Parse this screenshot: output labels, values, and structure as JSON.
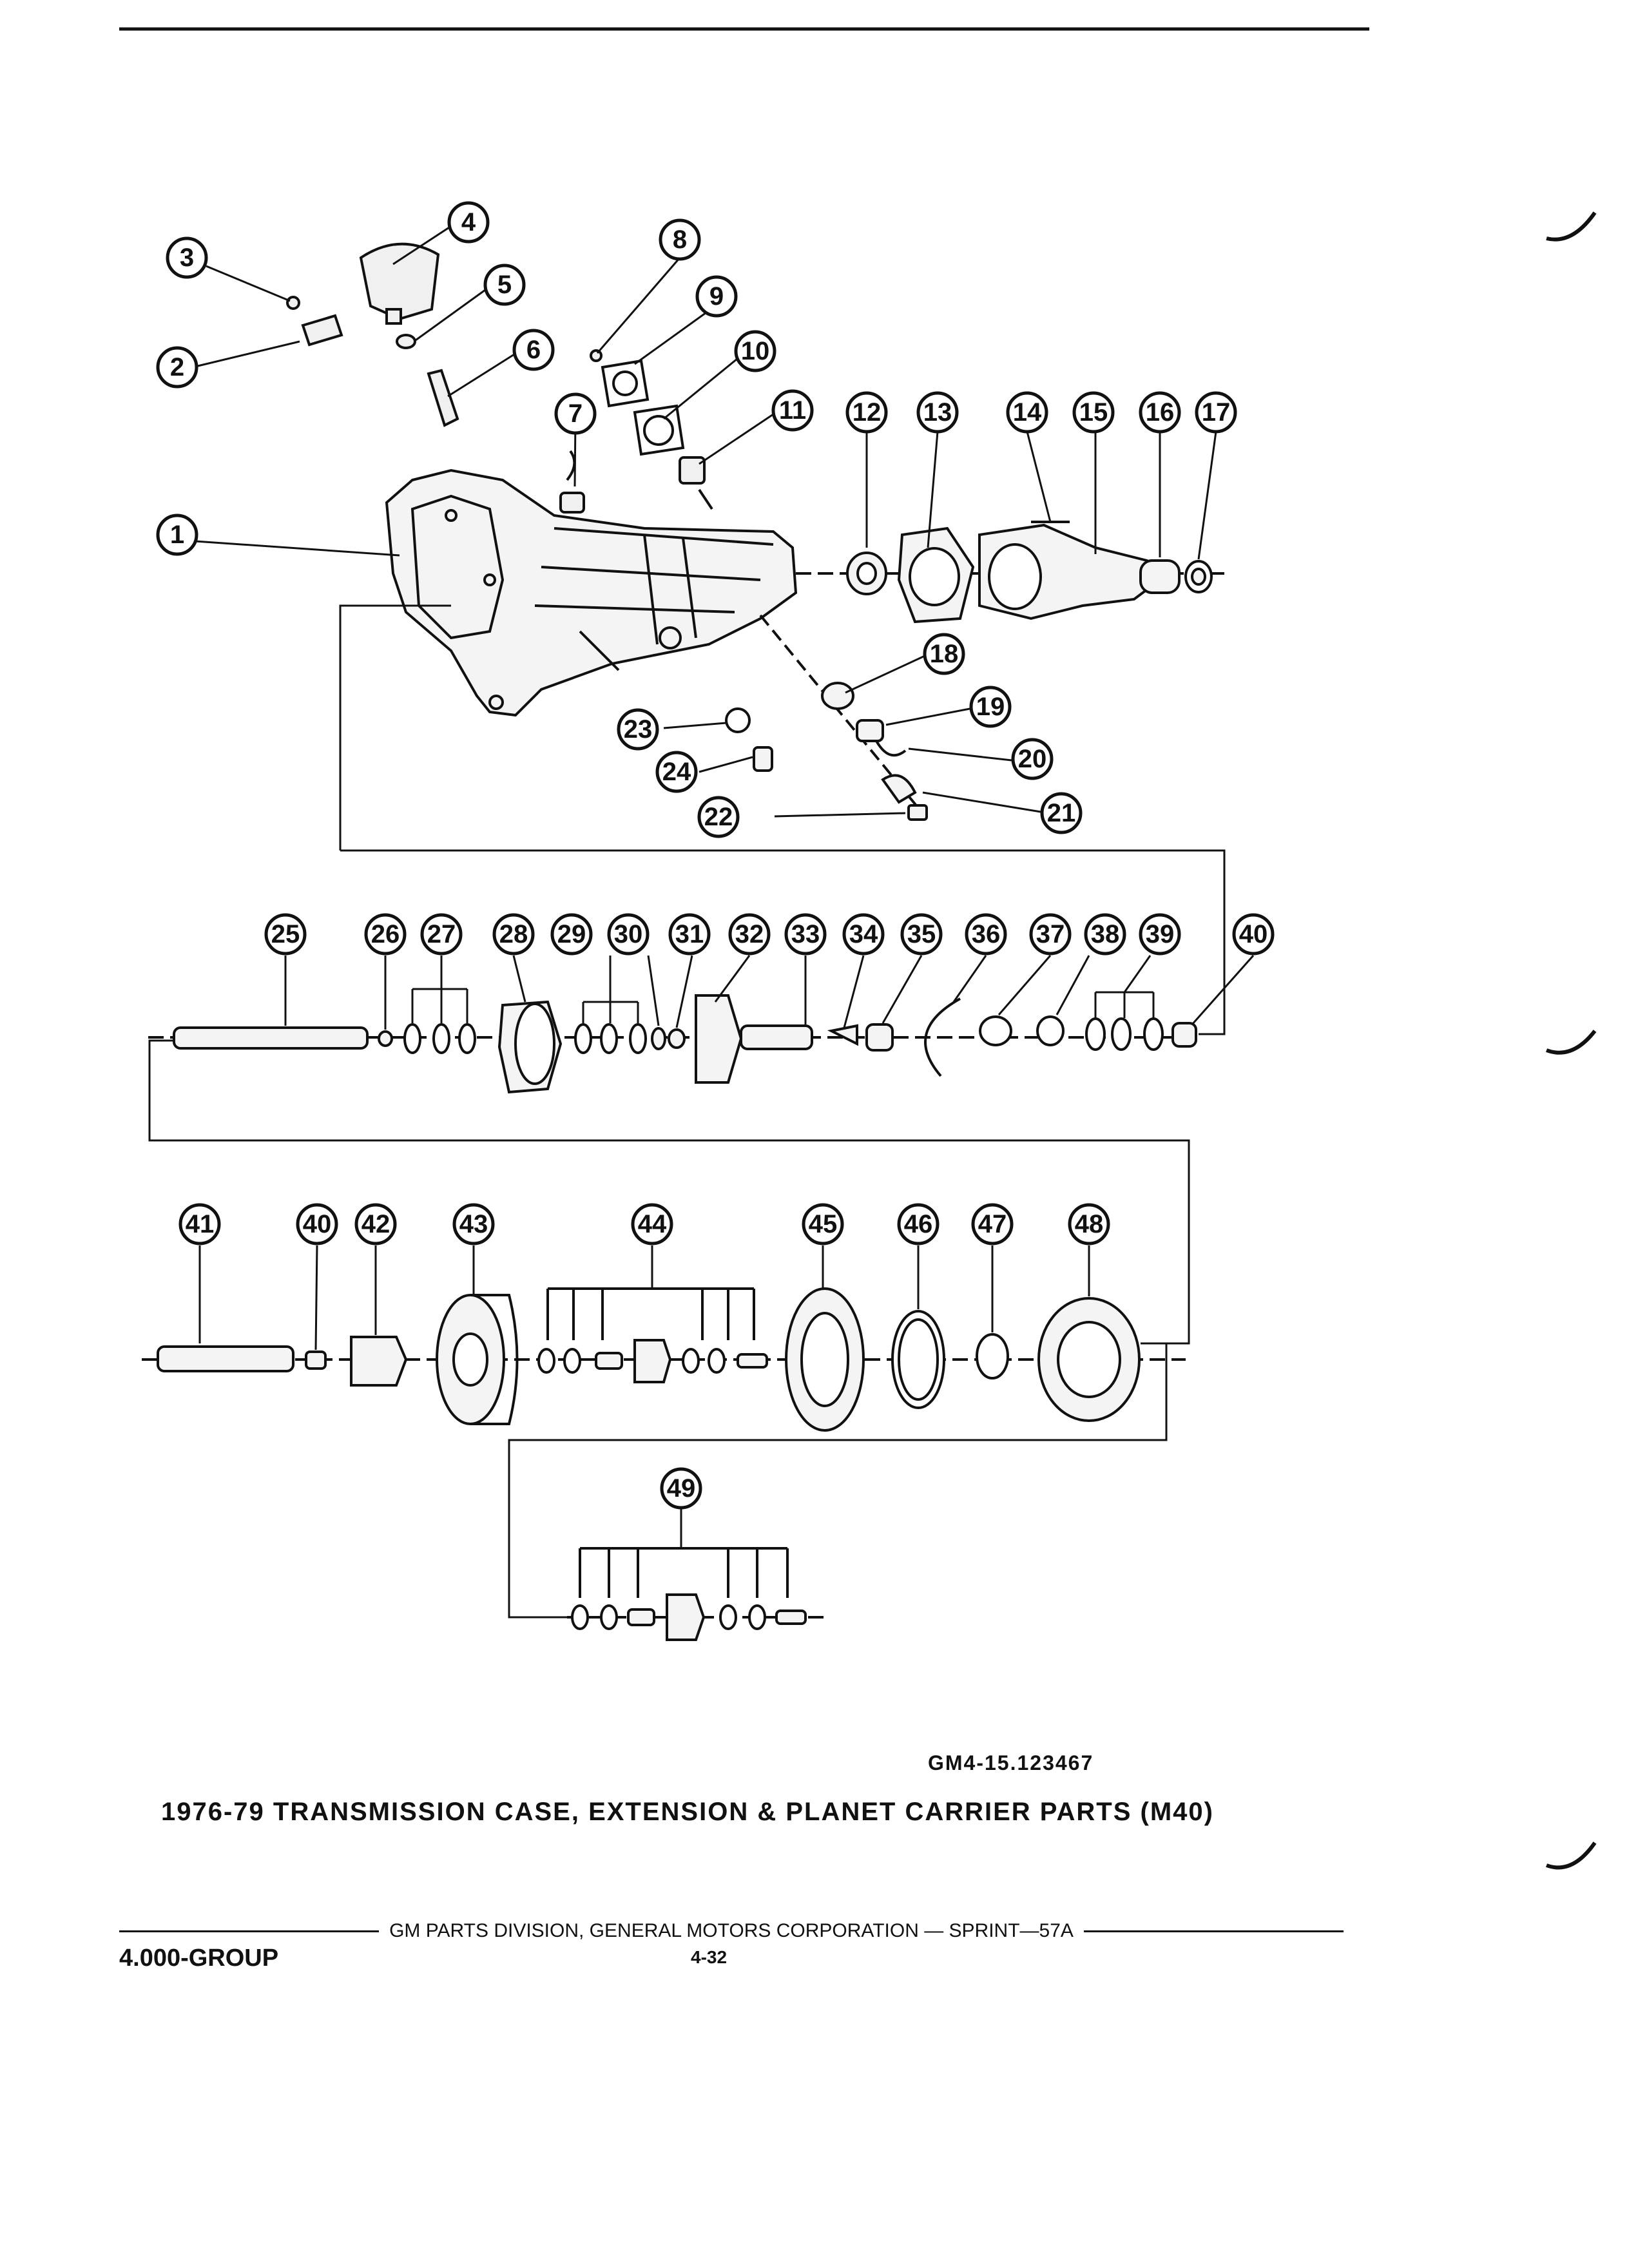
{
  "figure_id": "GM4-15.123467",
  "caption": "1976-79 TRANSMISSION CASE, EXTENSION & PLANET CARRIER PARTS (M40)",
  "footer": {
    "publisher": "GM PARTS DIVISION, GENERAL MOTORS CORPORATION — SPRINT—57A",
    "group": "4.000-GROUP",
    "page": "4-32"
  },
  "callouts": [
    "1",
    "2",
    "3",
    "4",
    "5",
    "6",
    "7",
    "8",
    "9",
    "10",
    "11",
    "12",
    "13",
    "14",
    "15",
    "16",
    "17",
    "18",
    "19",
    "20",
    "21",
    "22",
    "23",
    "24",
    "25",
    "26",
    "27",
    "28",
    "29",
    "30",
    "31",
    "32",
    "33",
    "34",
    "35",
    "36",
    "37",
    "38",
    "39",
    "40",
    "40",
    "41",
    "42",
    "43",
    "44",
    "45",
    "46",
    "47",
    "48",
    "49"
  ]
}
